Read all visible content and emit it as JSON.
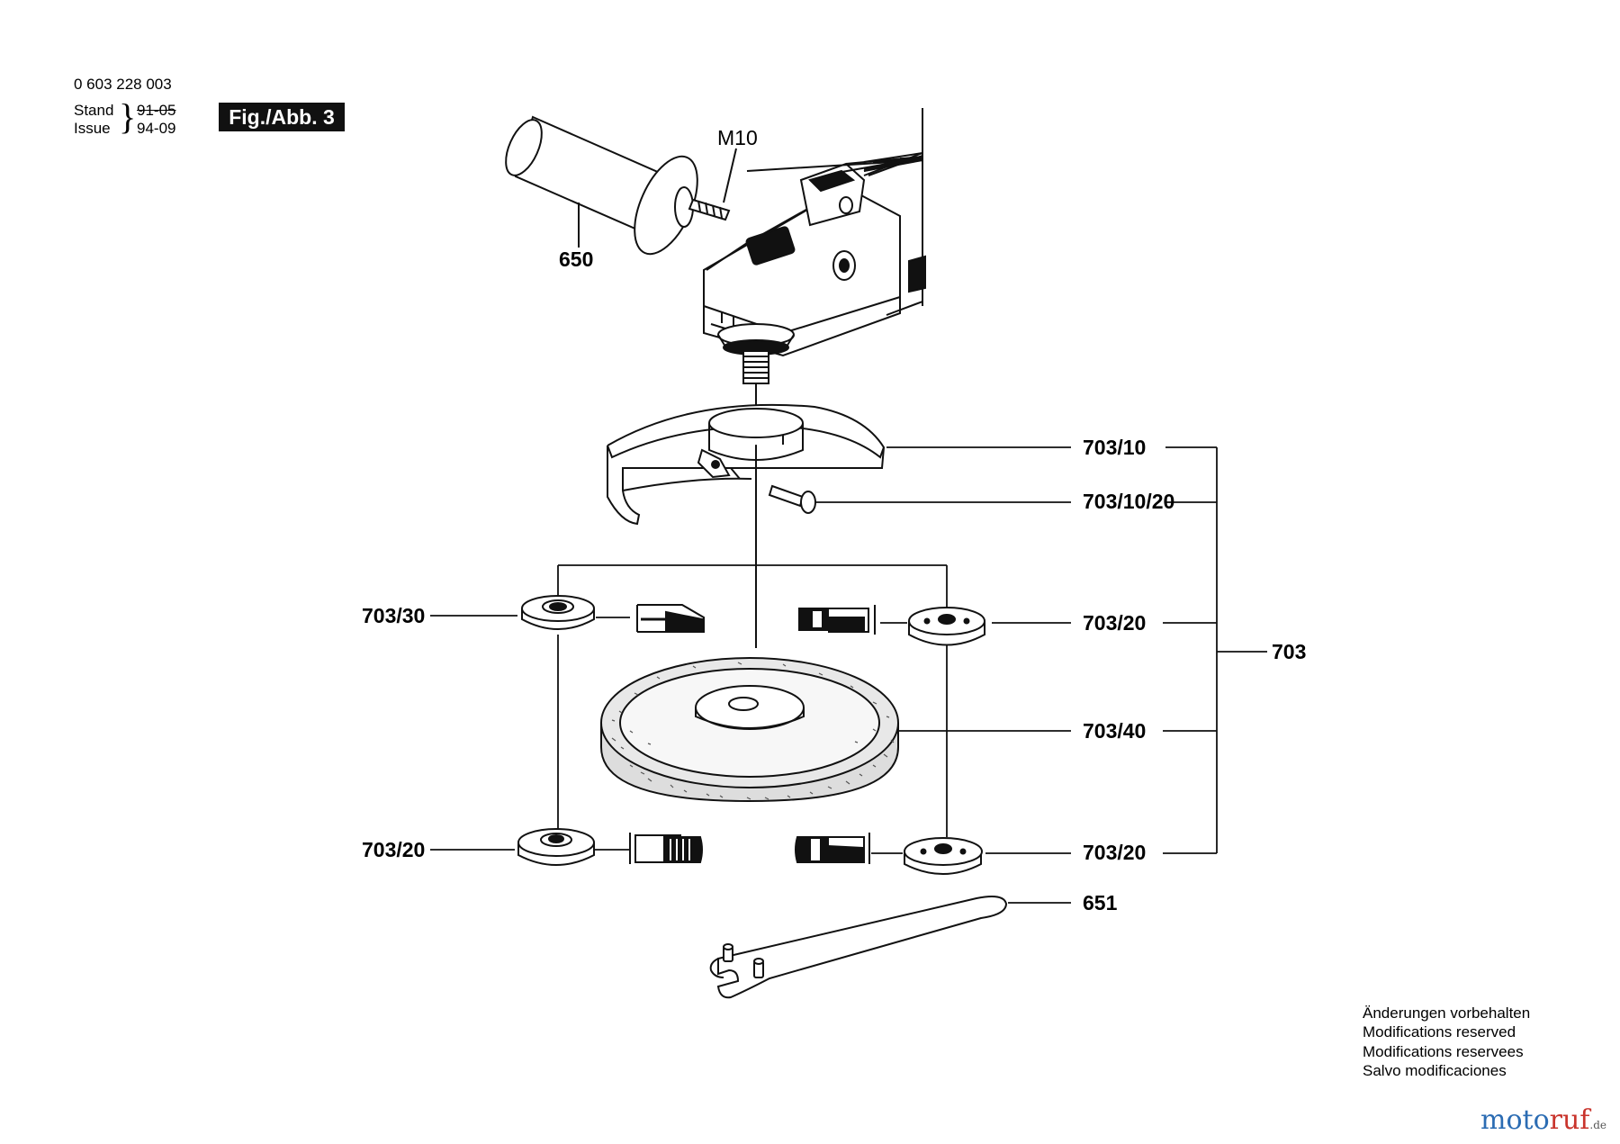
{
  "header": {
    "doc_number": "0 603 228 003",
    "stand_label": "Stand",
    "issue_label": "Issue",
    "brace": "}",
    "stand_date": "91-05",
    "issue_date": "94-09",
    "fig_label": "Fig./Abb. 3"
  },
  "labels": {
    "m10": "M10",
    "p650": "650",
    "p703_10": "703/10",
    "p703_10_20": "703/10/20",
    "p703_30": "703/30",
    "p703_20_upper_right": "703/20",
    "p703": "703",
    "p703_40": "703/40",
    "p703_20_lower_left": "703/20",
    "p703_20_lower_right": "703/20",
    "p651": "651"
  },
  "notice": [
    "Änderungen vorbehalten",
    "Modifications reserved",
    "Modifications reservees",
    "Salvo modificaciones"
  ],
  "brand": {
    "part1": "moto",
    "part2": "ruf",
    "tld": ".de"
  },
  "colors": {
    "ink": "#111111",
    "brand_blue": "#2b6cb3",
    "brand_red": "#c9342c"
  }
}
